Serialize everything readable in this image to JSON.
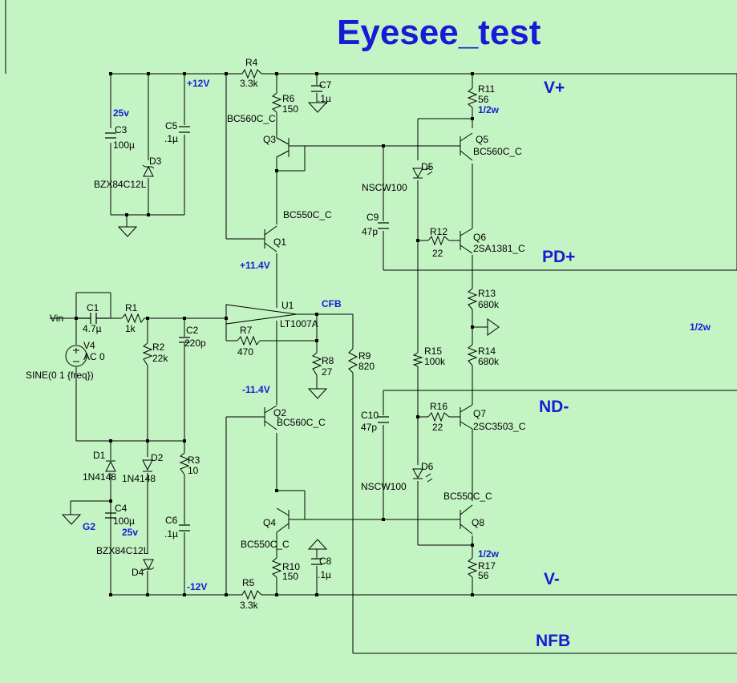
{
  "title": "Eyesee_test",
  "nets": {
    "p12": "+12V",
    "n12": "-12V",
    "p114": "+11.4V",
    "n114": "-11.4V",
    "cfb": "CFB",
    "vin": "Vin",
    "g2": "G2",
    "vplus": "V+",
    "vminus": "V-",
    "pdplus": "PD+",
    "ndminus": "ND-",
    "nfb": "NFB",
    "half_w_mid": "1/2w",
    "half_w_r11": "1/2w",
    "half_w_r17": "1/2w",
    "v25_top": "25v",
    "v25_bot": "25v"
  },
  "components": {
    "R1": {
      "ref": "R1",
      "value": "1k"
    },
    "R2": {
      "ref": "R2",
      "value": "22k"
    },
    "R3": {
      "ref": "R3",
      "value": "10"
    },
    "R4": {
      "ref": "R4",
      "value": "3.3k"
    },
    "R5": {
      "ref": "R5",
      "value": "3.3k"
    },
    "R6": {
      "ref": "R6",
      "value": "150"
    },
    "R7": {
      "ref": "R7",
      "value": "470"
    },
    "R8": {
      "ref": "R8",
      "value": "27"
    },
    "R9": {
      "ref": "R9",
      "value": "820"
    },
    "R10": {
      "ref": "R10",
      "value": "150"
    },
    "R11": {
      "ref": "R11",
      "value": "56"
    },
    "R12": {
      "ref": "R12",
      "value": "22"
    },
    "R13": {
      "ref": "R13",
      "value": "680k"
    },
    "R14": {
      "ref": "R14",
      "value": "680k"
    },
    "R15": {
      "ref": "R15",
      "value": "100k"
    },
    "R16": {
      "ref": "R16",
      "value": "22"
    },
    "R17": {
      "ref": "R17",
      "value": "56"
    },
    "C1": {
      "ref": "C1",
      "value": "4.7µ"
    },
    "C2": {
      "ref": "C2",
      "value": "220p"
    },
    "C3": {
      "ref": "C3",
      "value": "100µ"
    },
    "C4": {
      "ref": "C4",
      "value": "100µ"
    },
    "C5": {
      "ref": "C5",
      "value": ".1µ"
    },
    "C6": {
      "ref": "C6",
      "value": ".1µ"
    },
    "C7": {
      "ref": "C7",
      "value": ".1µ"
    },
    "C8": {
      "ref": "C8",
      "value": ".1µ"
    },
    "C9": {
      "ref": "C9",
      "value": "47p"
    },
    "C10": {
      "ref": "C10",
      "value": "47p"
    },
    "D1": {
      "ref": "D1",
      "value": "1N4148"
    },
    "D2": {
      "ref": "D2",
      "value": "1N4148"
    },
    "D3": {
      "ref": "D3",
      "value": "BZX84C12L"
    },
    "D4": {
      "ref": "D4",
      "value": "BZX84C12L"
    },
    "D5": {
      "ref": "D5",
      "value": "NSCW100"
    },
    "D6": {
      "ref": "D6",
      "value": "NSCW100"
    },
    "Q1": {
      "ref": "Q1",
      "value": "BC550C_C"
    },
    "Q2": {
      "ref": "Q2",
      "value": "BC560C_C"
    },
    "Q3": {
      "ref": "Q3",
      "value": "BC560C_C"
    },
    "Q4": {
      "ref": "Q4",
      "value": "BC550C_C"
    },
    "Q5": {
      "ref": "Q5",
      "value": "BC560C_C"
    },
    "Q6": {
      "ref": "Q6",
      "value": "2SA1381_C"
    },
    "Q7": {
      "ref": "Q7",
      "value": "2SC3503_C"
    },
    "Q8": {
      "ref": "Q8",
      "value": "BC550C_C"
    },
    "U1": {
      "ref": "U1",
      "value": "LT1007A"
    },
    "V4": {
      "ref": "V4",
      "value": "AC 0",
      "spec": "SINE(0 1 {freq})"
    }
  }
}
